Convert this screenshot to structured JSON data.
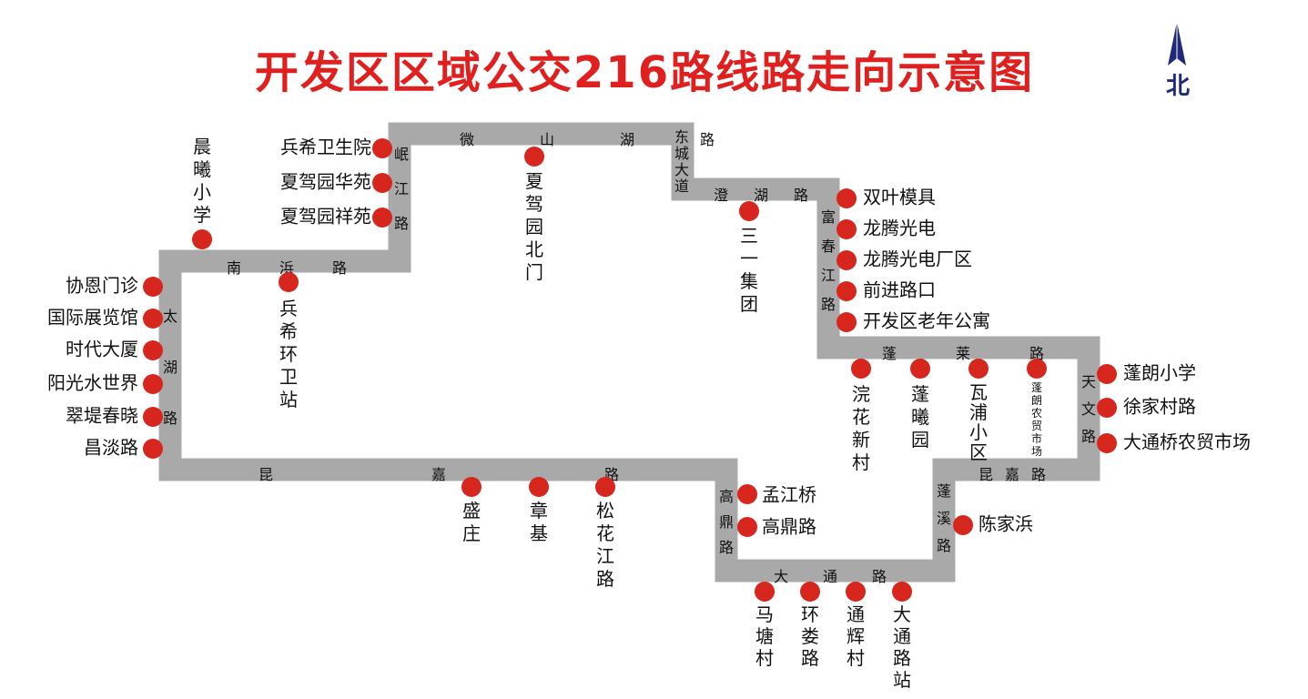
{
  "title": "开发区区域公交216路线路走向示意图",
  "north_label": "北",
  "colors": {
    "route": "#a9a9a9",
    "stop": "#d7261e",
    "title": "#e01f1f",
    "north": "#1f2a7a"
  },
  "roads": [
    {
      "label": "微山湖路"
    },
    {
      "label": "东城大道"
    },
    {
      "label": "澄湖路"
    },
    {
      "label": "岷江路"
    },
    {
      "label": "南浜路"
    },
    {
      "label": "太湖路"
    },
    {
      "label": "昆嘉路"
    },
    {
      "label": "富春江路"
    },
    {
      "label": "蓬莱路"
    },
    {
      "label": "天文路"
    },
    {
      "label": "昆嘉路"
    },
    {
      "label": "蓬溪路"
    },
    {
      "label": "高鼎路"
    },
    {
      "label": "大通路"
    }
  ],
  "stops": [
    {
      "label": "兵希卫生院"
    },
    {
      "label": "夏驾园华苑"
    },
    {
      "label": "夏驾园祥苑"
    },
    {
      "label": "晨曦小学"
    },
    {
      "label": "兵希环卫站"
    },
    {
      "label": "夏驾园北门"
    },
    {
      "label": "三一集团"
    },
    {
      "label": "双叶模具"
    },
    {
      "label": "龙腾光电"
    },
    {
      "label": "龙腾光电厂区"
    },
    {
      "label": "前进路口"
    },
    {
      "label": "开发区老年公寓"
    },
    {
      "label": "协恩门诊"
    },
    {
      "label": "国际展览馆"
    },
    {
      "label": "时代大厦"
    },
    {
      "label": "阳光水世界"
    },
    {
      "label": "翠堤春晓"
    },
    {
      "label": "昌淡路"
    },
    {
      "label": "浣花新村"
    },
    {
      "label": "蓬曦园"
    },
    {
      "label": "瓦浦小区"
    },
    {
      "label": "蓬朗农贸市场"
    },
    {
      "label": "蓬朗小学"
    },
    {
      "label": "徐家村路"
    },
    {
      "label": "大通桥农贸市场"
    },
    {
      "label": "陈家浜"
    },
    {
      "label": "盛庄"
    },
    {
      "label": "章基"
    },
    {
      "label": "松花江路"
    },
    {
      "label": "孟江桥"
    },
    {
      "label": "高鼎路"
    },
    {
      "label": "马塘村"
    },
    {
      "label": "环娄路"
    },
    {
      "label": "通辉村"
    },
    {
      "label": "大通路站"
    }
  ]
}
